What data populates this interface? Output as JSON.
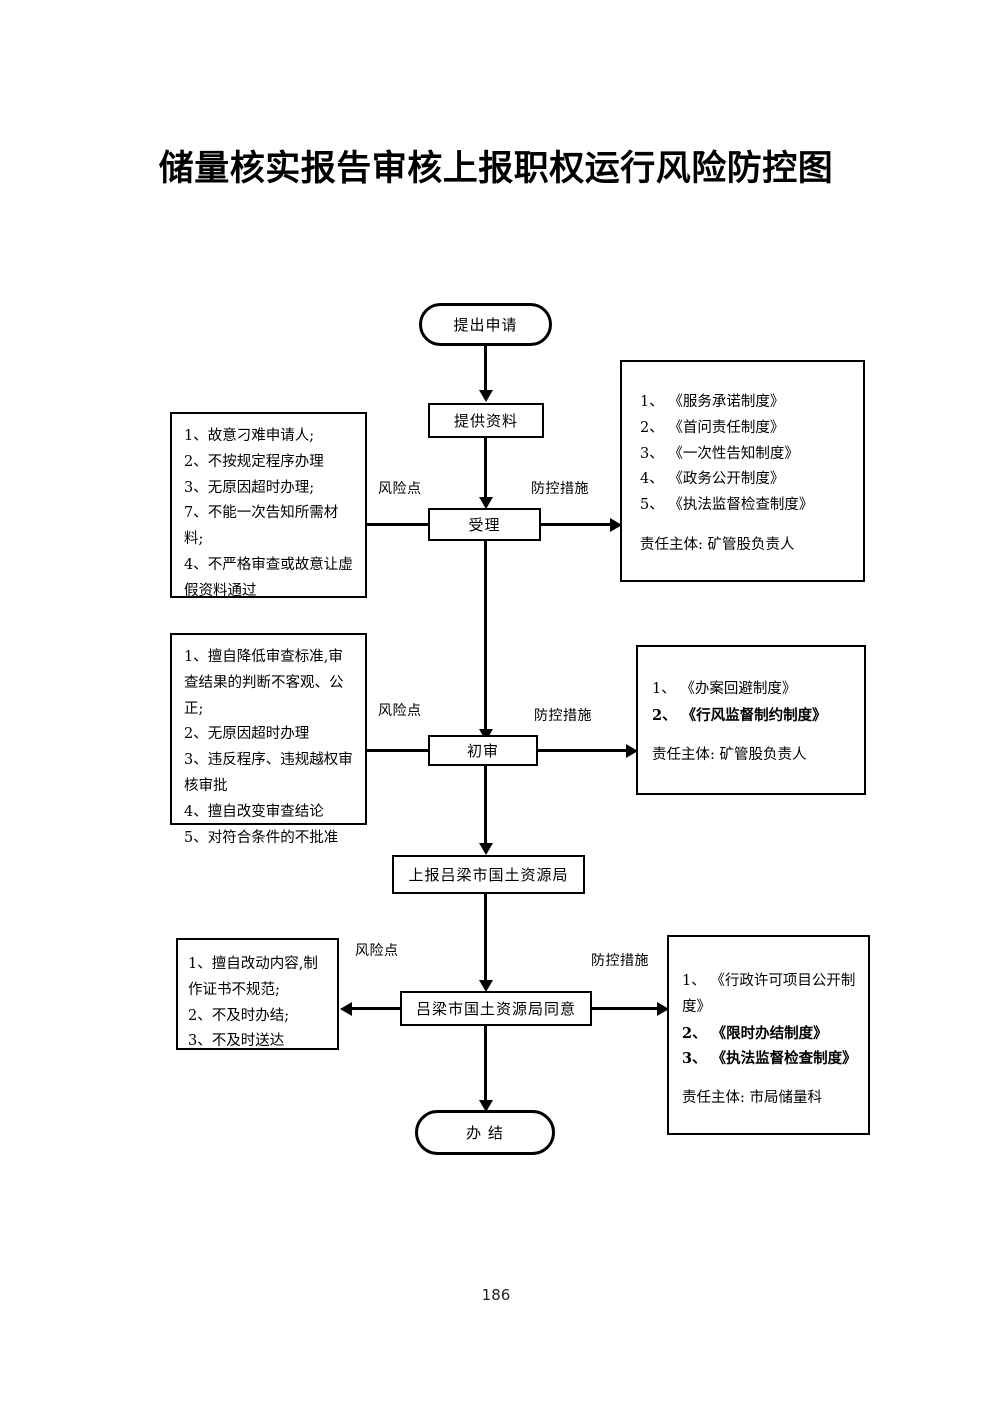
{
  "document": {
    "title": "储量核实报告审核上报职权运行风险防控图",
    "page_number": "186"
  },
  "labels": {
    "risk_point": "风险点",
    "control_measures": "防控措施",
    "responsible_party_prefix": "责任主体:"
  },
  "flow": {
    "nodes": [
      {
        "id": "apply",
        "label": "提出申请",
        "shape": "terminator"
      },
      {
        "id": "materials",
        "label": "提供资料",
        "shape": "process"
      },
      {
        "id": "accept",
        "label": "受理",
        "shape": "process"
      },
      {
        "id": "review",
        "label": "初审",
        "shape": "process"
      },
      {
        "id": "report",
        "label": "上报吕梁市国土资源局",
        "shape": "process"
      },
      {
        "id": "approve",
        "label": "吕梁市国土资源局同意",
        "shape": "process"
      },
      {
        "id": "complete",
        "label": "办  结",
        "shape": "terminator"
      }
    ]
  },
  "risk_panels": [
    {
      "id": "risk-1",
      "for_node": "accept",
      "lines": [
        "1、故意刁难申请人;",
        "2、不按规定程序办理",
        "3、无原因超时办理;",
        "7、不能一次告知所需材料;",
        "4、不严格审查或故意让虚假资料通过"
      ]
    },
    {
      "id": "risk-2",
      "for_node": "review",
      "lines": [
        "1、擅自降低审查标准,审查结果的判断不客观、公正;",
        "2、无原因超时办理",
        "3、违反程序、违规越权审核审批",
        "4、擅自改变审查结论",
        "5、对符合条件的不批准"
      ]
    },
    {
      "id": "risk-3",
      "for_node": "approve",
      "lines": [
        "1、擅自改动内容,制作证书不规范;",
        "2、不及时办结;",
        "3、不及时送达"
      ]
    }
  ],
  "control_panels": [
    {
      "id": "control-1",
      "for_node": "accept",
      "items": [
        {
          "text": "1、 《服务承诺制度》",
          "bold": false
        },
        {
          "text": "2、 《首问责任制度》",
          "bold": false
        },
        {
          "text": "3、 《一次性告知制度》",
          "bold": false
        },
        {
          "text": "4、 《政务公开制度》",
          "bold": false
        },
        {
          "text": "5、 《执法监督检查制度》",
          "bold": false
        }
      ],
      "owner": "责任主体: 矿管股负责人"
    },
    {
      "id": "control-2",
      "for_node": "review",
      "items": [
        {
          "text": "1、 《办案回避制度》",
          "bold": false
        },
        {
          "text": "2、 《行风监督制约制度》",
          "bold": true
        }
      ],
      "owner": "责任主体: 矿管股负责人"
    },
    {
      "id": "control-3",
      "for_node": "approve",
      "items": [
        {
          "text": "1、 《行政许可项目公开制度》",
          "bold": false
        },
        {
          "text": "2、 《限时办结制度》",
          "bold": true
        },
        {
          "text": "3、 《执法监督检查制度》",
          "bold": true
        }
      ],
      "owner": "责任主体: 市局储量科"
    }
  ],
  "edge_labels": [
    {
      "id": "risk-label-1",
      "text": "风险点",
      "section": 1,
      "side": "left"
    },
    {
      "id": "control-label-1",
      "text": "防控措施",
      "section": 1,
      "side": "right"
    },
    {
      "id": "risk-label-2",
      "text": "风险点",
      "section": 2,
      "side": "left"
    },
    {
      "id": "control-label-2",
      "text": "防控措施",
      "section": 2,
      "side": "right"
    },
    {
      "id": "risk-label-3",
      "text": "风险点",
      "section": 3,
      "side": "left"
    },
    {
      "id": "control-label-3",
      "text": "防控措施",
      "section": 3,
      "side": "right"
    }
  ],
  "colors": {
    "ink": "#000000",
    "paper": "#ffffff"
  }
}
